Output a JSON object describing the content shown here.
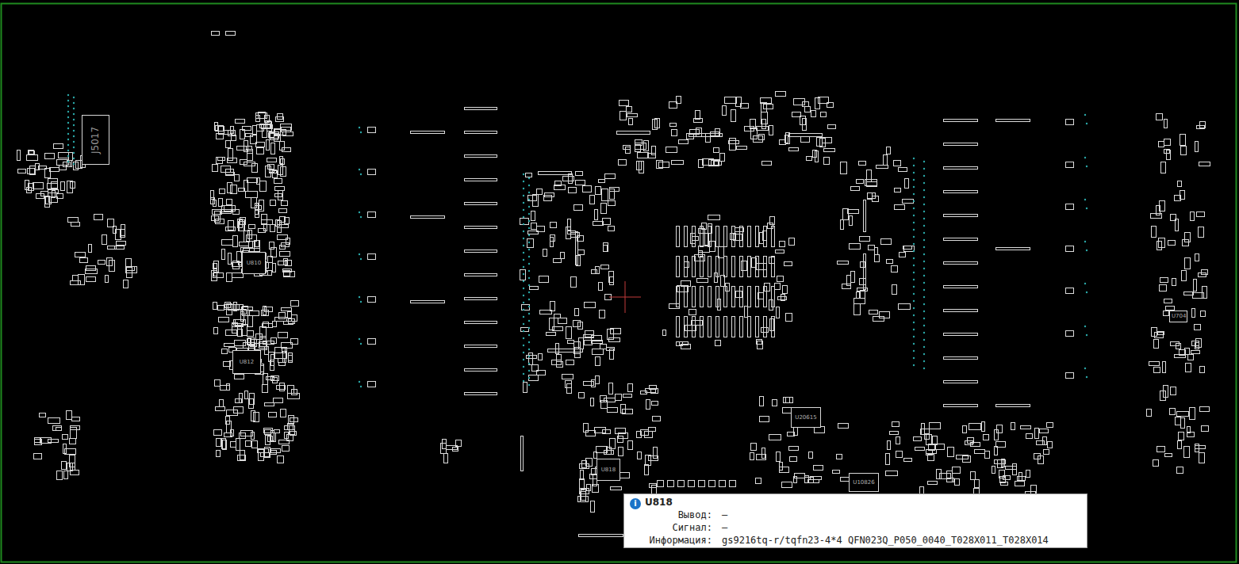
{
  "diagram": {
    "nodes": [
      {
        "text": [
          "J5017"
        ]
      },
      {
        "text": [
          "U810"
        ]
      },
      {
        "text": [
          "U812"
        ]
      },
      {
        "text": [
          "U818"
        ]
      },
      {
        "text": [
          "U20615"
        ]
      },
      {
        "text": [
          "U10826"
        ]
      },
      {
        "text": [
          "U818",
          "Вывод:",
          "—",
          "Сигнал:",
          "—",
          "Информация:",
          "gs9216tq-r/tqfn23-4*4 QFN023Q_P050_0040_T028X011_T028X014"
        ]
      }
    ],
    "edges": [],
    "labels": [
      "U704",
      "i"
    ]
  }
}
